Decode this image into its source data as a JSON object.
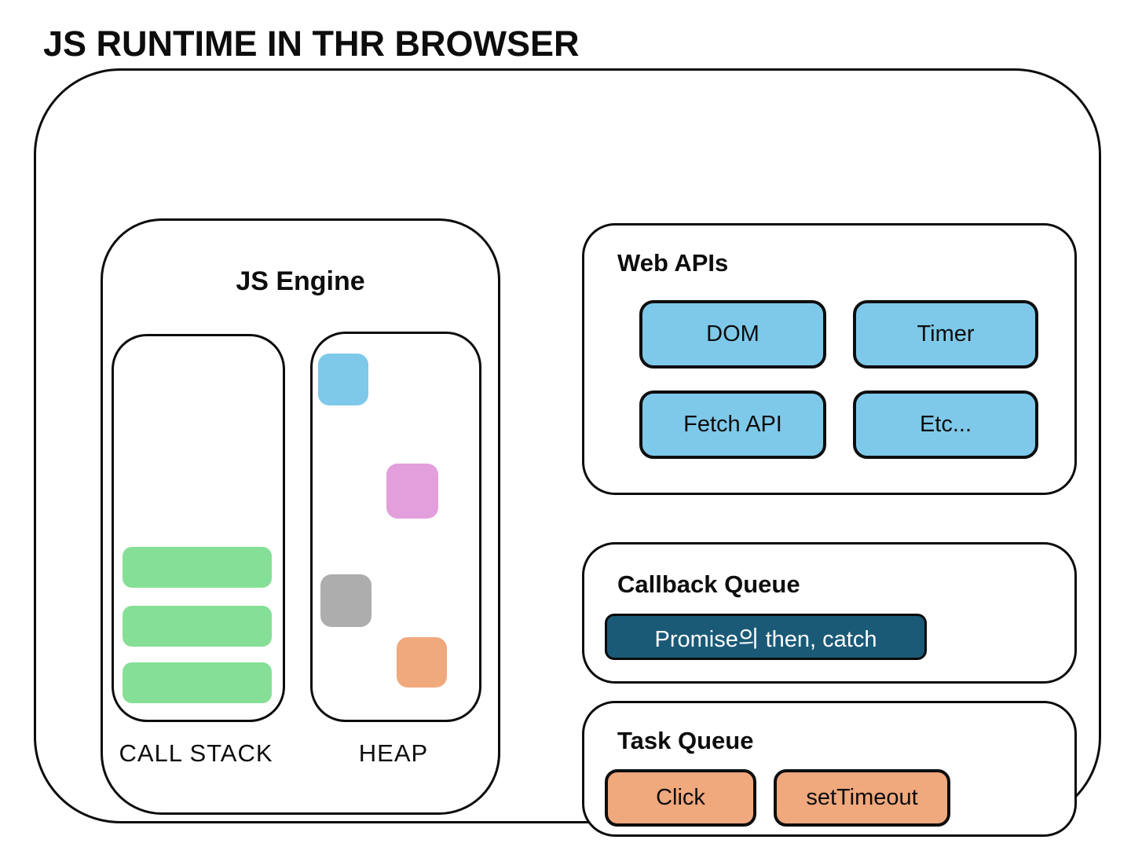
{
  "page_title": "JS RUNTIME IN THR BROWSER",
  "colors": {
    "api_blue": "#7EC9EA",
    "stack_green": "#86DF96",
    "promise_teal": "#1A5A77",
    "task_orange": "#F0A87D",
    "outline": "#0C0C0C"
  },
  "js_engine": {
    "title": "JS Engine",
    "call_stack": {
      "label": "CALL STACK",
      "frame_count": 3
    },
    "heap": {
      "label": "HEAP",
      "object_colors": [
        "#7EC9EA",
        "#E39FDC",
        "#ADADAD",
        "#F0A87D"
      ]
    }
  },
  "web_apis": {
    "title": "Web APIs",
    "items": [
      "DOM",
      "Timer",
      "Fetch API",
      "Etc..."
    ]
  },
  "callback_queue": {
    "title": "Callback Queue",
    "items": [
      "Promise의 then, catch"
    ]
  },
  "task_queue": {
    "title": "Task Queue",
    "items": [
      "Click",
      "setTimeout"
    ]
  }
}
